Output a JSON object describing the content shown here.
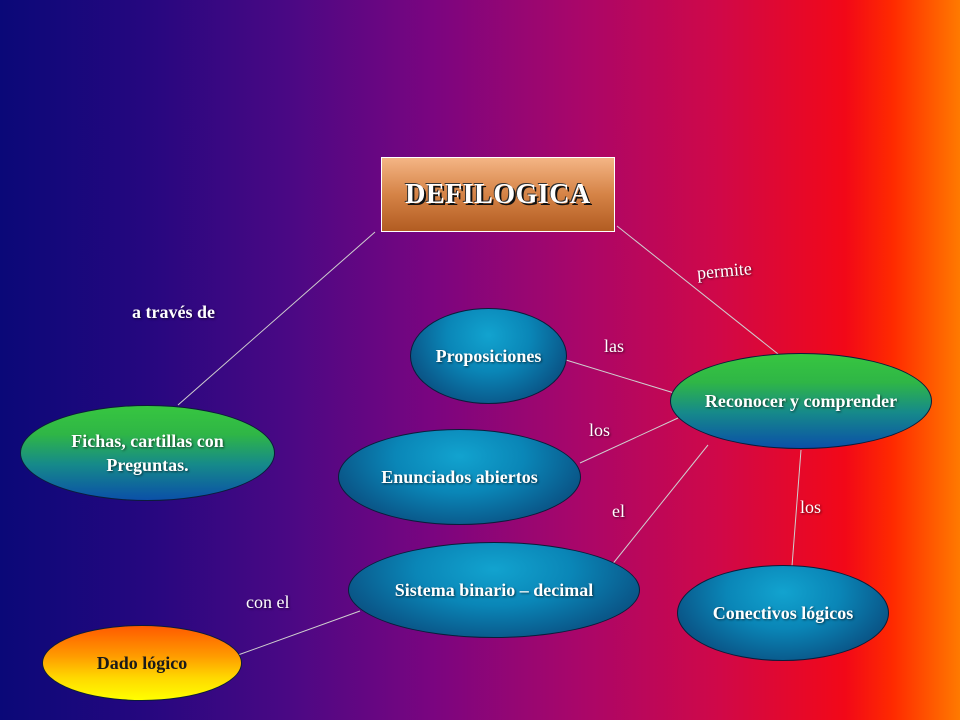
{
  "title": "DEFILOGICA",
  "nodes": {
    "fichas": "Fichas, cartillas con Preguntas.",
    "proposiciones": "Proposiciones",
    "enunciados": "Enunciados abiertos",
    "sistema": "Sistema binario – decimal",
    "dado": "Dado lógico",
    "reconocer": "Reconocer y comprender",
    "conectivos": "Conectivos lógicos"
  },
  "links": {
    "a_traves_de": "a través de",
    "permite": "permite",
    "las": "las",
    "los_1": "los",
    "el": "el",
    "los_2": "los",
    "con_el": "con el"
  },
  "colors": {
    "gradient_left": "#0a0878",
    "gradient_right": "#ff7a00",
    "title_box": "#d58346",
    "node_blue": "#0a86b7",
    "node_green": "#2fb646",
    "node_yellow": "#ffd800"
  }
}
